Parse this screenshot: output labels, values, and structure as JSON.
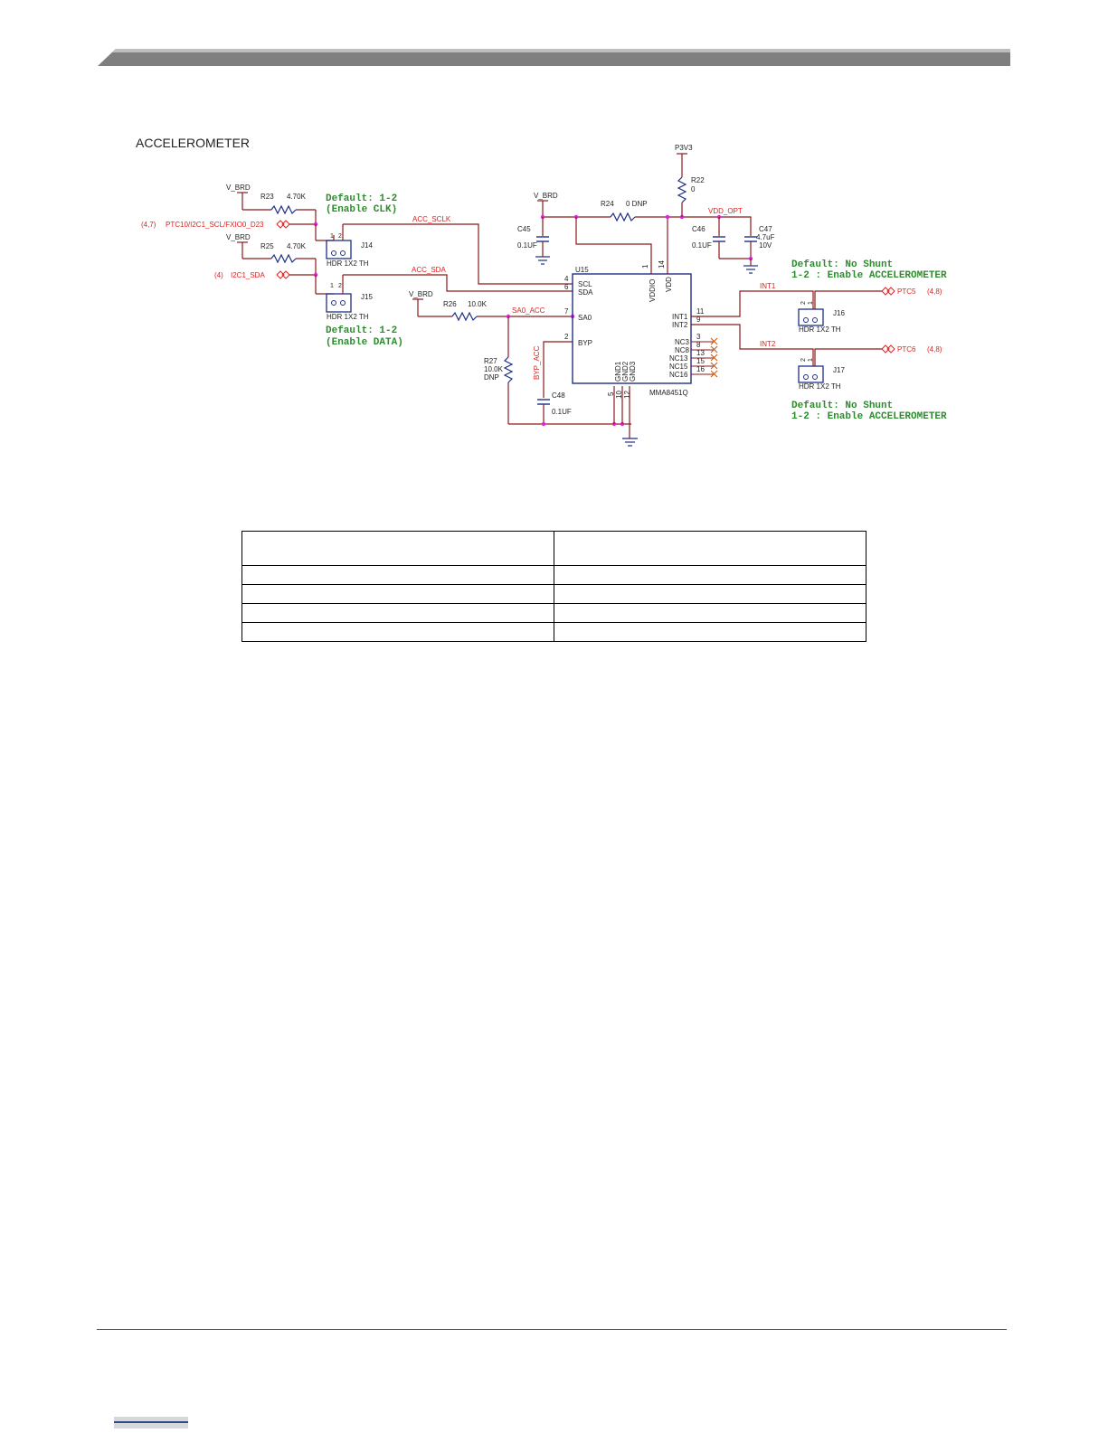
{
  "header": {
    "bar_color_dark": "#7f7f7f",
    "bar_color_light": "#bdbdbd"
  },
  "colors": {
    "wire": "#8b1a1a",
    "net_label": "#e0201e",
    "part": "#1f2f86",
    "note": "#2e8b2e",
    "junction": "#e020e0"
  },
  "schematic": {
    "title": "ACCELEROMETER",
    "rails": {
      "v_brd": "V_BRD",
      "p3v3": "P3V3",
      "vdd_opt": "VDD_OPT"
    },
    "parts": {
      "r23": {
        "ref": "R23",
        "value": "4.70K"
      },
      "r25": {
        "ref": "R25",
        "value": "4.70K"
      },
      "r24": {
        "ref": "R24",
        "value": "0 DNP"
      },
      "r22": {
        "ref": "R22",
        "value": "0"
      },
      "r26": {
        "ref": "R26",
        "value": "10.0K"
      },
      "r27": {
        "ref": "R27",
        "value": "10.0K",
        "dnp": "DNP"
      },
      "c45": {
        "ref": "C45",
        "value": "0.1UF"
      },
      "c46": {
        "ref": "C46",
        "value": "0.1UF"
      },
      "c47": {
        "ref": "C47",
        "value": "4.7uF",
        "voltage": "10V"
      },
      "c48": {
        "ref": "C48",
        "value": "0.1UF"
      },
      "j14": {
        "ref": "J14",
        "type": "HDR 1X2 TH"
      },
      "j15": {
        "ref": "J15",
        "type": "HDR 1X2 TH"
      },
      "j16": {
        "ref": "J16",
        "type": "HDR 1X2 TH"
      },
      "j17": {
        "ref": "J17",
        "type": "HDR 1X2 TH"
      }
    },
    "u15": {
      "ref": "U15",
      "part": "MMA8451Q",
      "pins": {
        "scl": "SCL",
        "sda": "SDA",
        "sa0": "SA0",
        "byp": "BYP",
        "vddio": "VDDIO",
        "vdd": "VDD",
        "int1": "INT1",
        "int2": "INT2",
        "nc3": "NC3",
        "nc8": "NC8",
        "nc13": "NC13",
        "nc15": "NC15",
        "nc16": "NC16",
        "gnd1": "GND1",
        "gnd2": "GND2",
        "gnd3": "GND3"
      },
      "pin_numbers": {
        "scl": "4",
        "sda": "6",
        "sa0": "7",
        "byp": "2",
        "vddio": "1",
        "vdd": "14",
        "int1": "11",
        "int2": "9",
        "nc3": "3",
        "nc8": "8",
        "nc13": "13",
        "nc15": "15",
        "nc16": "16",
        "gnd1": "5",
        "gnd2": "10",
        "gnd3": "12"
      }
    },
    "nets": {
      "ptc10": "PTC10/I2C1_SCL/FXIO0_D23",
      "ptc10_ref": "(4,7)",
      "i2c1_sda": "I2C1_SDA",
      "i2c1_sda_ref": "(4)",
      "acc_sclk": "ACC_SCLK",
      "acc_sda": "ACC_SDA",
      "sa0_acc": "SA0_ACC",
      "byp_acc": "BYP_ACC",
      "int1": "INT1",
      "int2": "INT2",
      "ptc5": "PTC5",
      "ptc5_ref": "(4,8)",
      "ptc6": "PTC6",
      "ptc6_ref": "(4,8)"
    },
    "notes": {
      "j14_line1": "Default: 1-2",
      "j14_line2": "(Enable CLK)",
      "j15_line1": "Default: 1-2",
      "j15_line2": "(Enable DATA)",
      "j16_line1": "Default: No Shunt",
      "j16_line2": "1-2 : Enable ACCELEROMETER",
      "j17_line1": "Default: No Shunt",
      "j17_line2": "1-2 : Enable ACCELEROMETER"
    },
    "pin_labels": {
      "one": "1",
      "two": "2"
    }
  },
  "table": {
    "header": [
      "",
      ""
    ],
    "rows": [
      [
        "",
        ""
      ],
      [
        "",
        ""
      ],
      [
        "",
        ""
      ],
      [
        "",
        ""
      ]
    ]
  }
}
